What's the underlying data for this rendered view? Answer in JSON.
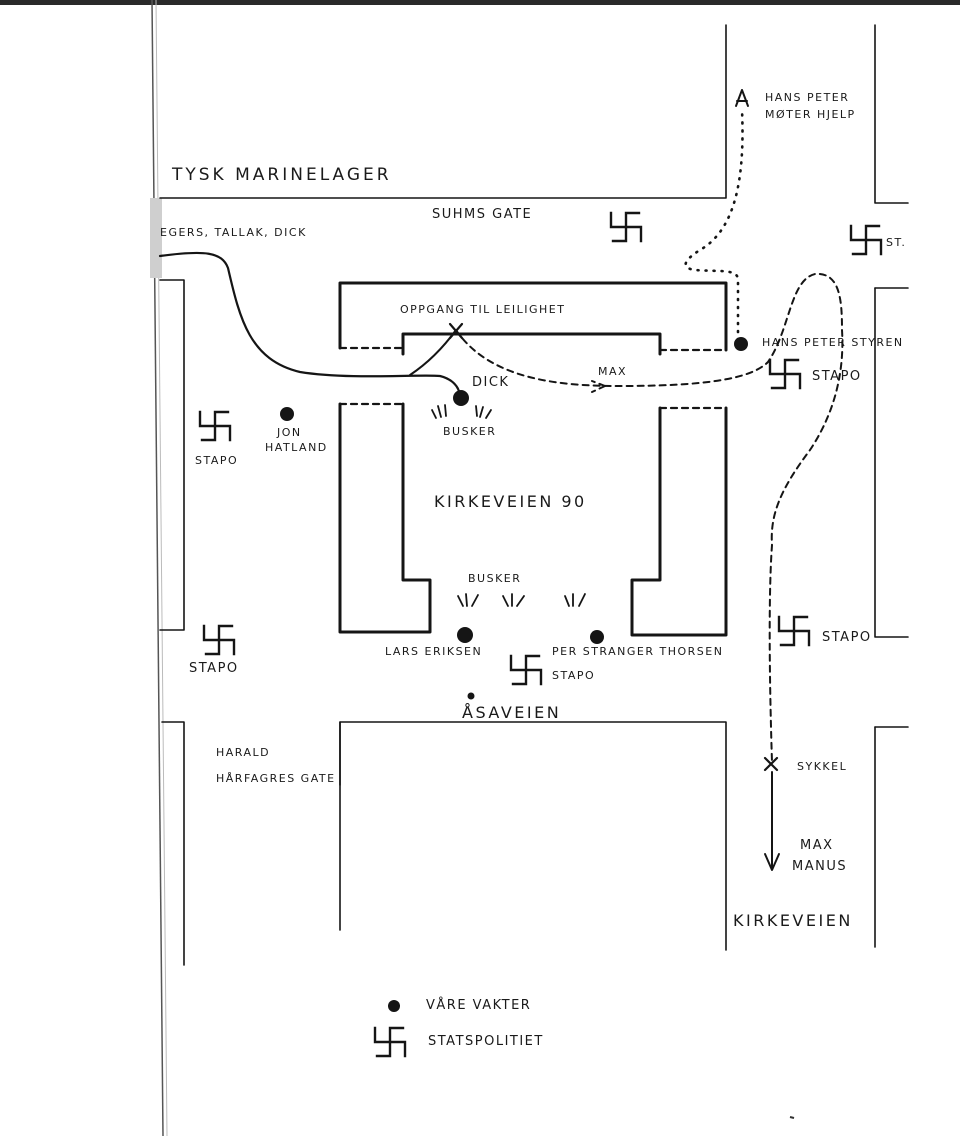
{
  "labels": {
    "marine_depot": "TYSK MARINELAGER",
    "suhms_gate": "SUHMS GATE",
    "top_left_names": "EGERS, TALLAK, DICK",
    "hans_peter_help_line1": "HANS PETER",
    "hans_peter_help_line2": "MØTER HJELP",
    "st_right": "ST.",
    "stairway": "OPPGANG TIL LEILIGHET",
    "hans_peter_styren": "HANS PETER STYREN",
    "dick": "DICK",
    "max": "MAX",
    "stapo_right_upper": "STAPO",
    "bushes_top": "BUSKER",
    "jon_line1": "JON",
    "jon_line2": "HATLAND",
    "stapo_left_upper": "STAPO",
    "building": "KIRKEVEIEN 90",
    "bushes_bottom": "BUSKER",
    "stapo_left_lower": "STAPO",
    "stapo_right_lower": "STAPO",
    "lars": "LARS ERIKSEN",
    "per": "PER STRANGER THORSEN",
    "stapo_center": "STAPO",
    "asaveien": "ÅSAVEIEN",
    "harald_line1": "HARALD",
    "harald_line2": "HÅRFAGRES GATE",
    "sykkel": "SYKKEL",
    "max_manus_line1": "MAX",
    "max_manus_line2": "MANUS",
    "kirkeveien": "KIRKEVEIEN"
  },
  "legend": {
    "guards": "VÅRE VAKTER",
    "state_police": "STATSPOLITIET"
  },
  "symbols": {
    "guard_marker": "filled-circle",
    "police_marker": "swastika-icon",
    "vehicle_marker": "x-mark"
  },
  "colors": {
    "ink": "#151515",
    "paper": "#ffffff"
  }
}
